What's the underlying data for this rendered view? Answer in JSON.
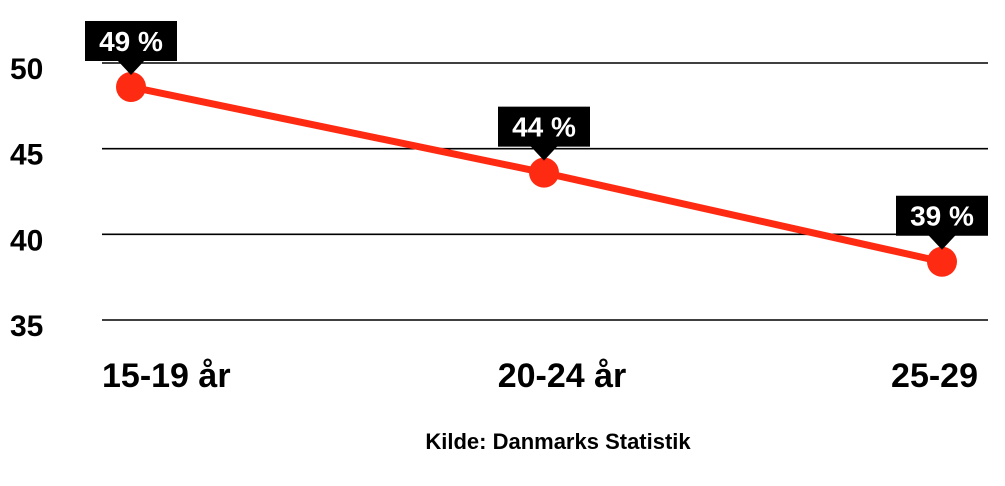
{
  "chart_data": {
    "type": "line",
    "categories": [
      "15-19 år",
      "20-24 år",
      "25-29"
    ],
    "series": [
      {
        "values": [
          48.6,
          43.6,
          38.4
        ],
        "color": "#ff2a12"
      }
    ],
    "data_labels": [
      "49 %",
      "44 %",
      "39 %"
    ],
    "y_ticks": [
      "50",
      "45",
      "40",
      "35"
    ],
    "ylim": [
      35,
      50
    ],
    "grid": true,
    "title": "",
    "xlabel": "",
    "ylabel": ""
  },
  "source": "Kilde: Danmarks Statistik",
  "colors": {
    "line": "#ff2a12",
    "label_bg": "#000000",
    "label_text": "#ffffff",
    "grid": "#000000"
  }
}
